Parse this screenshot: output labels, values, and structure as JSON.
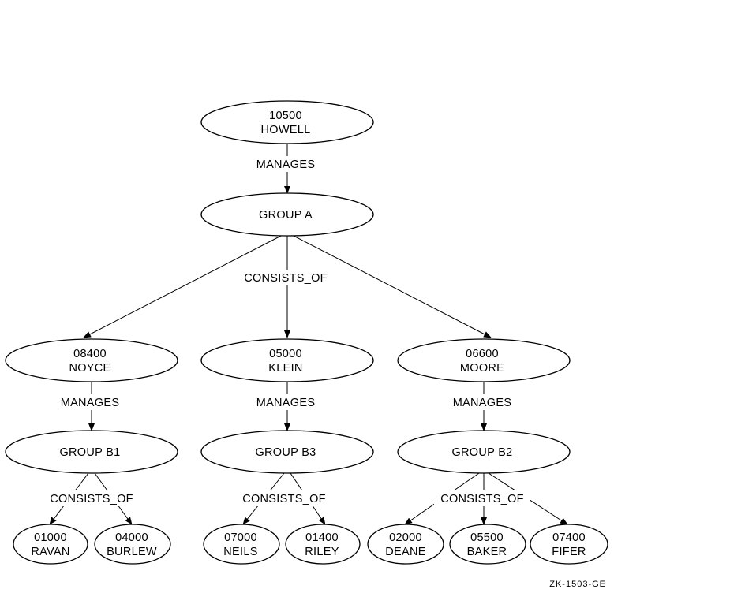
{
  "figure_id": "ZK-1503-GE",
  "nodes": {
    "howell": {
      "line1": "10500",
      "line2": "HOWELL"
    },
    "group_a": {
      "line1": "GROUP A"
    },
    "noyce": {
      "line1": "08400",
      "line2": "NOYCE"
    },
    "klein": {
      "line1": "05000",
      "line2": "KLEIN"
    },
    "moore": {
      "line1": "06600",
      "line2": "MOORE"
    },
    "group_b1": {
      "line1": "GROUP B1"
    },
    "group_b3": {
      "line1": "GROUP B3"
    },
    "group_b2": {
      "line1": "GROUP B2"
    },
    "ravan": {
      "line1": "01000",
      "line2": "RAVAN"
    },
    "burlew": {
      "line1": "04000",
      "line2": "BURLEW"
    },
    "neils": {
      "line1": "07000",
      "line2": "NEILS"
    },
    "riley": {
      "line1": "01400",
      "line2": "RILEY"
    },
    "deane": {
      "line1": "02000",
      "line2": "DEANE"
    },
    "baker": {
      "line1": "05500",
      "line2": "BAKER"
    },
    "fifer": {
      "line1": "07400",
      "line2": "FIFER"
    }
  },
  "edges": {
    "howell_group_a": {
      "from": "howell",
      "to": "group_a",
      "label": "MANAGES"
    },
    "group_a_members": {
      "from": "group_a",
      "to": [
        "noyce",
        "klein",
        "moore"
      ],
      "label": "CONSISTS_OF"
    },
    "noyce_group_b1": {
      "from": "noyce",
      "to": "group_b1",
      "label": "MANAGES"
    },
    "klein_group_b3": {
      "from": "klein",
      "to": "group_b3",
      "label": "MANAGES"
    },
    "moore_group_b2": {
      "from": "moore",
      "to": "group_b2",
      "label": "MANAGES"
    },
    "group_b1_members": {
      "from": "group_b1",
      "to": [
        "ravan",
        "burlew"
      ],
      "label": "CONSISTS_OF"
    },
    "group_b3_members": {
      "from": "group_b3",
      "to": [
        "neils",
        "riley"
      ],
      "label": "CONSISTS_OF"
    },
    "group_b2_members": {
      "from": "group_b2",
      "to": [
        "deane",
        "baker",
        "fifer"
      ],
      "label": "CONSISTS_OF"
    }
  }
}
